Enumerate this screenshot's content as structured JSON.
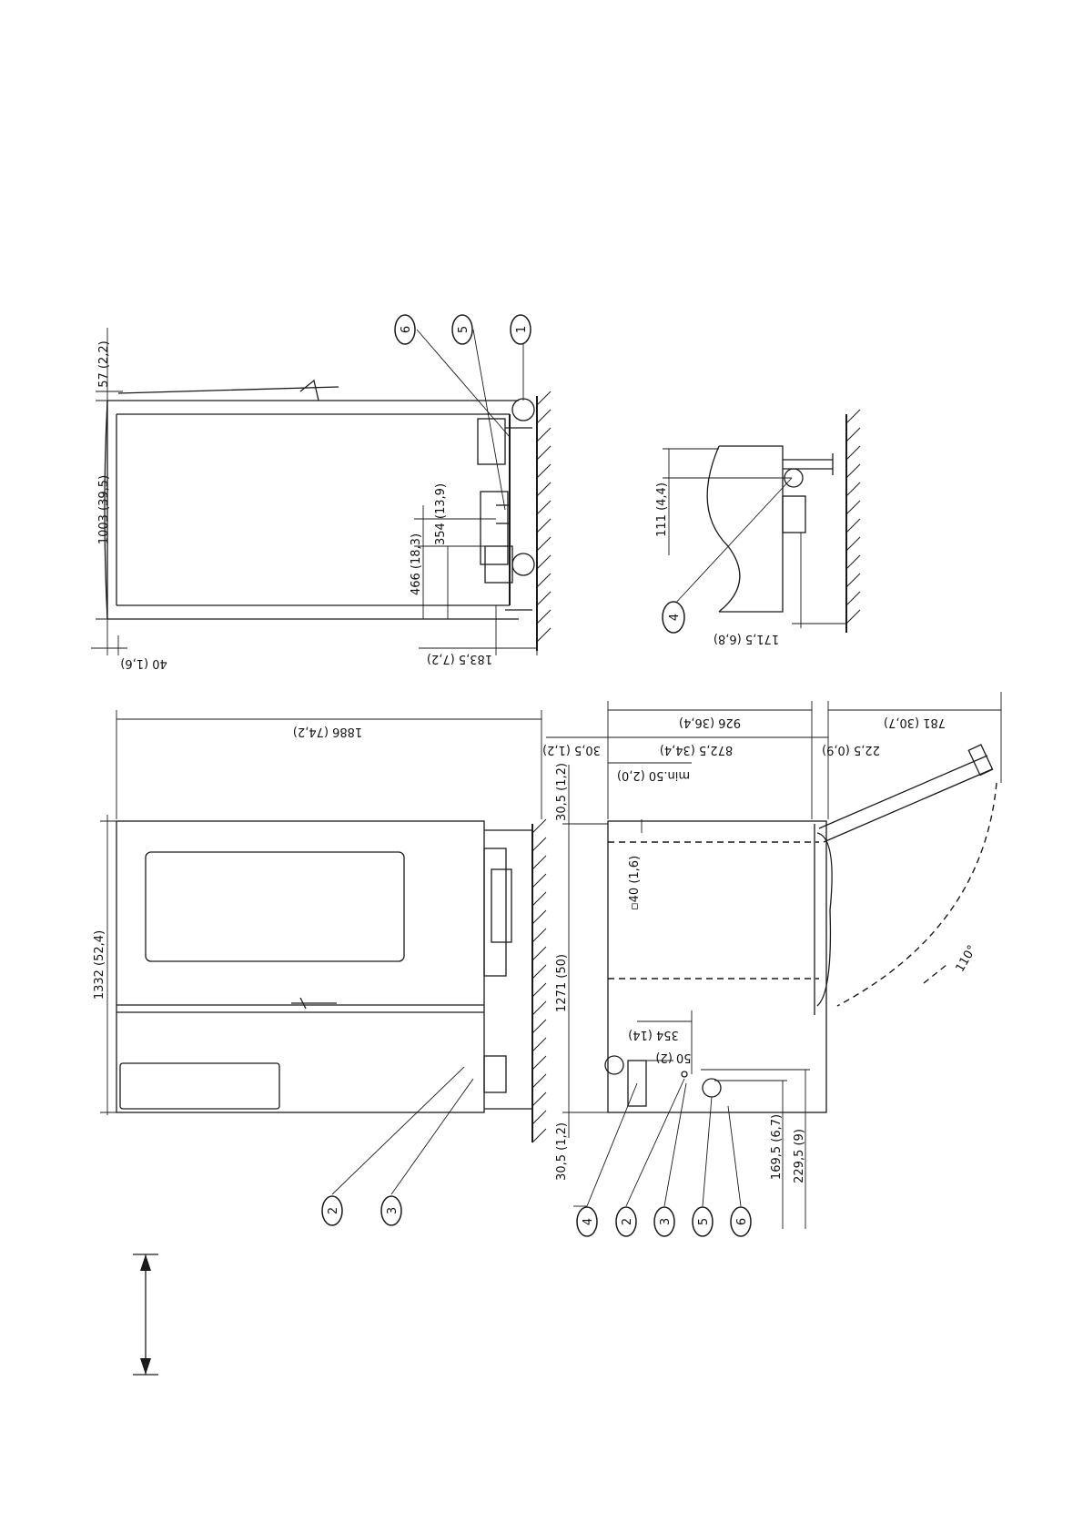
{
  "labels": {
    "dim_57": "57 (2,2)",
    "dim_1003": "1003 (39,5)",
    "dim_40": "40 (1,6)",
    "dim_466": "466 (18,3)",
    "dim_354_top": "354 (13,9)",
    "dim_183": "183,5 (7,2)",
    "dim_111": "111 (4,4)",
    "dim_171": "171,5 (6,8)",
    "dim_1886": "1886 (74,2)",
    "dim_1332": "1332 (52,4)",
    "dim_30_5_top": "30,5 (1,2)",
    "dim_30_5_h": "30,5 (1,2)",
    "dim_1271": "1271 (50)",
    "dim_30_5_bottom": "30,5 (1,2)",
    "dim_926": "926 (36,4)",
    "dim_872": "872,5 (34,4)",
    "dim_min50": "min.50 (2,0)",
    "dim_781": "781 (30,7)",
    "dim_22": "22,5 (0,9)",
    "dim_sq40": "▫40 (1,6)",
    "dim_354_bottom": "354 (14)",
    "dim_50": "50 (2)",
    "dim_169": "169,5 (6,7)",
    "dim_229": "229,5 (9)",
    "angle_110": "110°"
  },
  "balloons": {
    "top_6": "6",
    "top_5": "5",
    "top_1": "1",
    "detail_4": "4",
    "left_2": "2",
    "left_3": "3",
    "bottom_4": "4",
    "bottom_2": "2",
    "bottom_3": "3",
    "bottom_5": "5",
    "bottom_6": "6"
  }
}
